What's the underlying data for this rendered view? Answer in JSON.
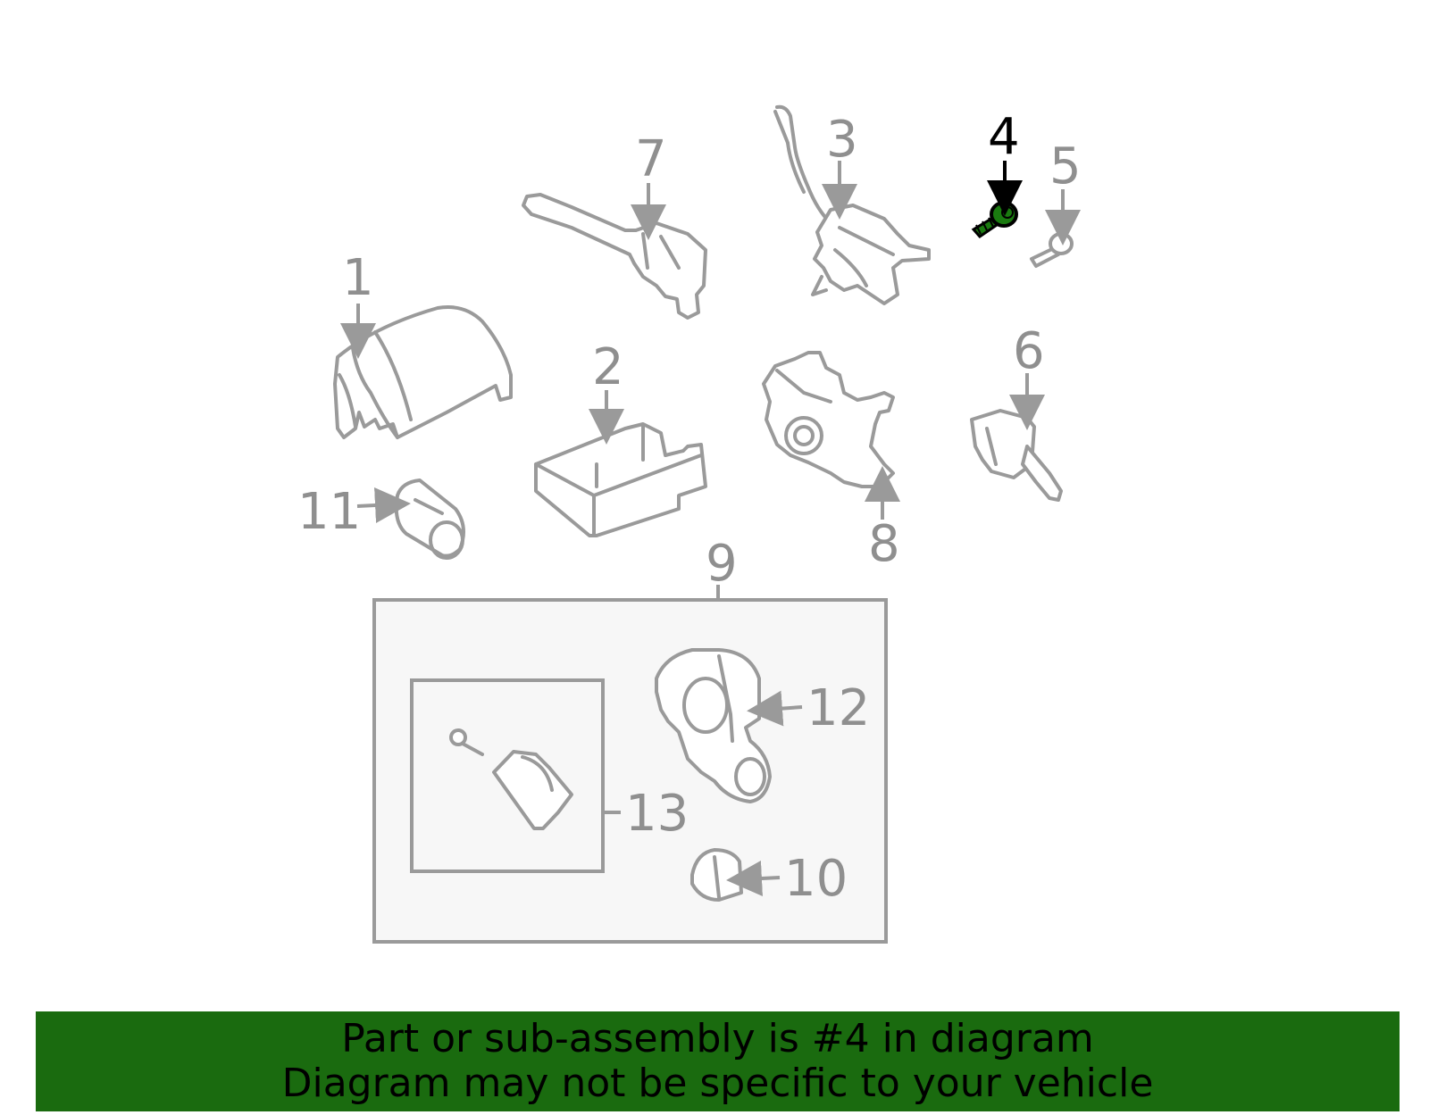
{
  "diagram": {
    "callouts": {
      "c1": "1",
      "c2": "2",
      "c3": "3",
      "c4": "4",
      "c5": "5",
      "c6": "6",
      "c7": "7",
      "c8": "8",
      "c9": "9",
      "c10": "10",
      "c11": "11",
      "c12": "12",
      "c13": "13"
    },
    "highlight_color": "#1a7a10"
  },
  "banner": {
    "line1": "Part or sub-assembly is #4 in diagram",
    "line2": "Diagram may not be specific to your vehicle",
    "background": "#1a6b0f"
  }
}
